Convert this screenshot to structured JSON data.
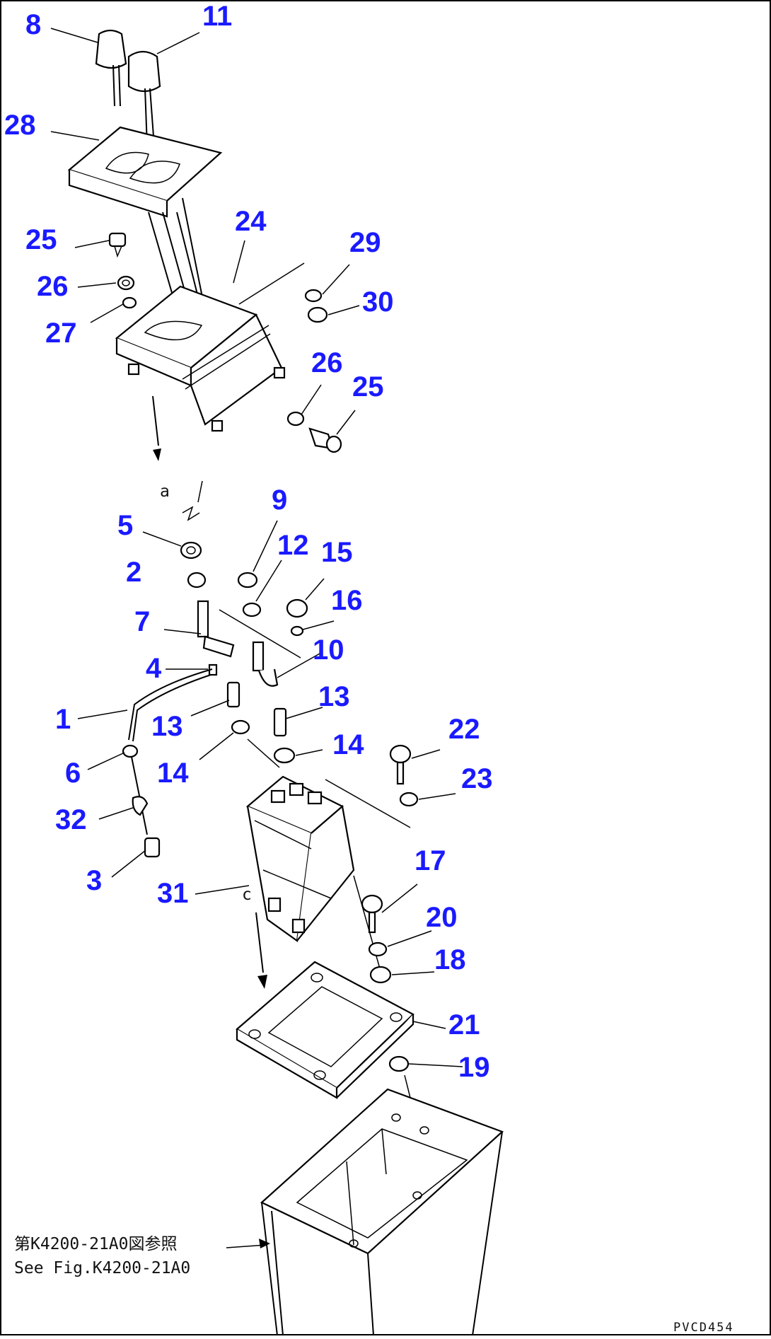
{
  "callouts": [
    "8",
    "11",
    "28",
    "25",
    "26",
    "27",
    "24",
    "29",
    "30",
    "26",
    "25",
    "9",
    "5",
    "2",
    "12",
    "15",
    "16",
    "7",
    "10",
    "4",
    "1",
    "13",
    "13",
    "14",
    "14",
    "6",
    "32",
    "3",
    "31",
    "22",
    "23",
    "17",
    "20",
    "18",
    "21",
    "19"
  ],
  "note": {
    "line1": "第K4200-21A0図参照",
    "line2": "See Fig.K4200-21A0"
  },
  "drawing_code": "PVCD454",
  "markers": {
    "a": "a",
    "c": "c"
  },
  "colors": {
    "callout": "#1a1aff",
    "line": "#000000"
  }
}
